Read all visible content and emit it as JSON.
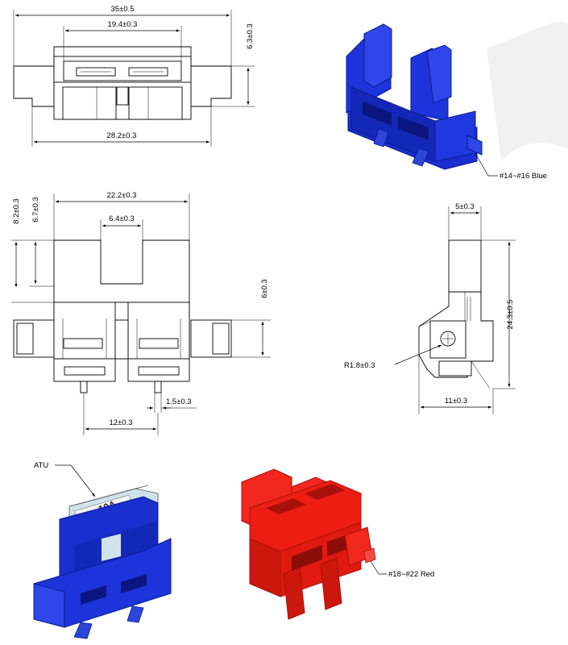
{
  "title": "",
  "views": {
    "top": {
      "overall_width": "35±0.5",
      "inner_width": "19.4±0.3",
      "body_width": "28.2±0.3",
      "height": "6.3±0.3"
    },
    "front": {
      "top_width": "22.2±0.3",
      "slot_width": "6.4±0.3",
      "height_a": "8.2±0.3",
      "height_b": "6.7±0.3",
      "right_height": "6±0.3",
      "pin_width": "1.5±0.3",
      "pin_pitch": "12±0.3"
    },
    "side": {
      "top_width": "5±0.3",
      "height": "24.3±0.5",
      "radius": "R1.8±0.3",
      "base_width": "11±0.3"
    }
  },
  "callouts": {
    "blue": "#14~#16 Blue",
    "fuse": "ATU",
    "red": "#18~#22 Red"
  },
  "fuse_text": {
    "rating": "10A"
  },
  "colors": {
    "blue": "#1a2fd0",
    "blue_dark": "#0d1a8f",
    "red": "#ee1d13",
    "red_dark": "#a8110a",
    "line": "#000000"
  }
}
